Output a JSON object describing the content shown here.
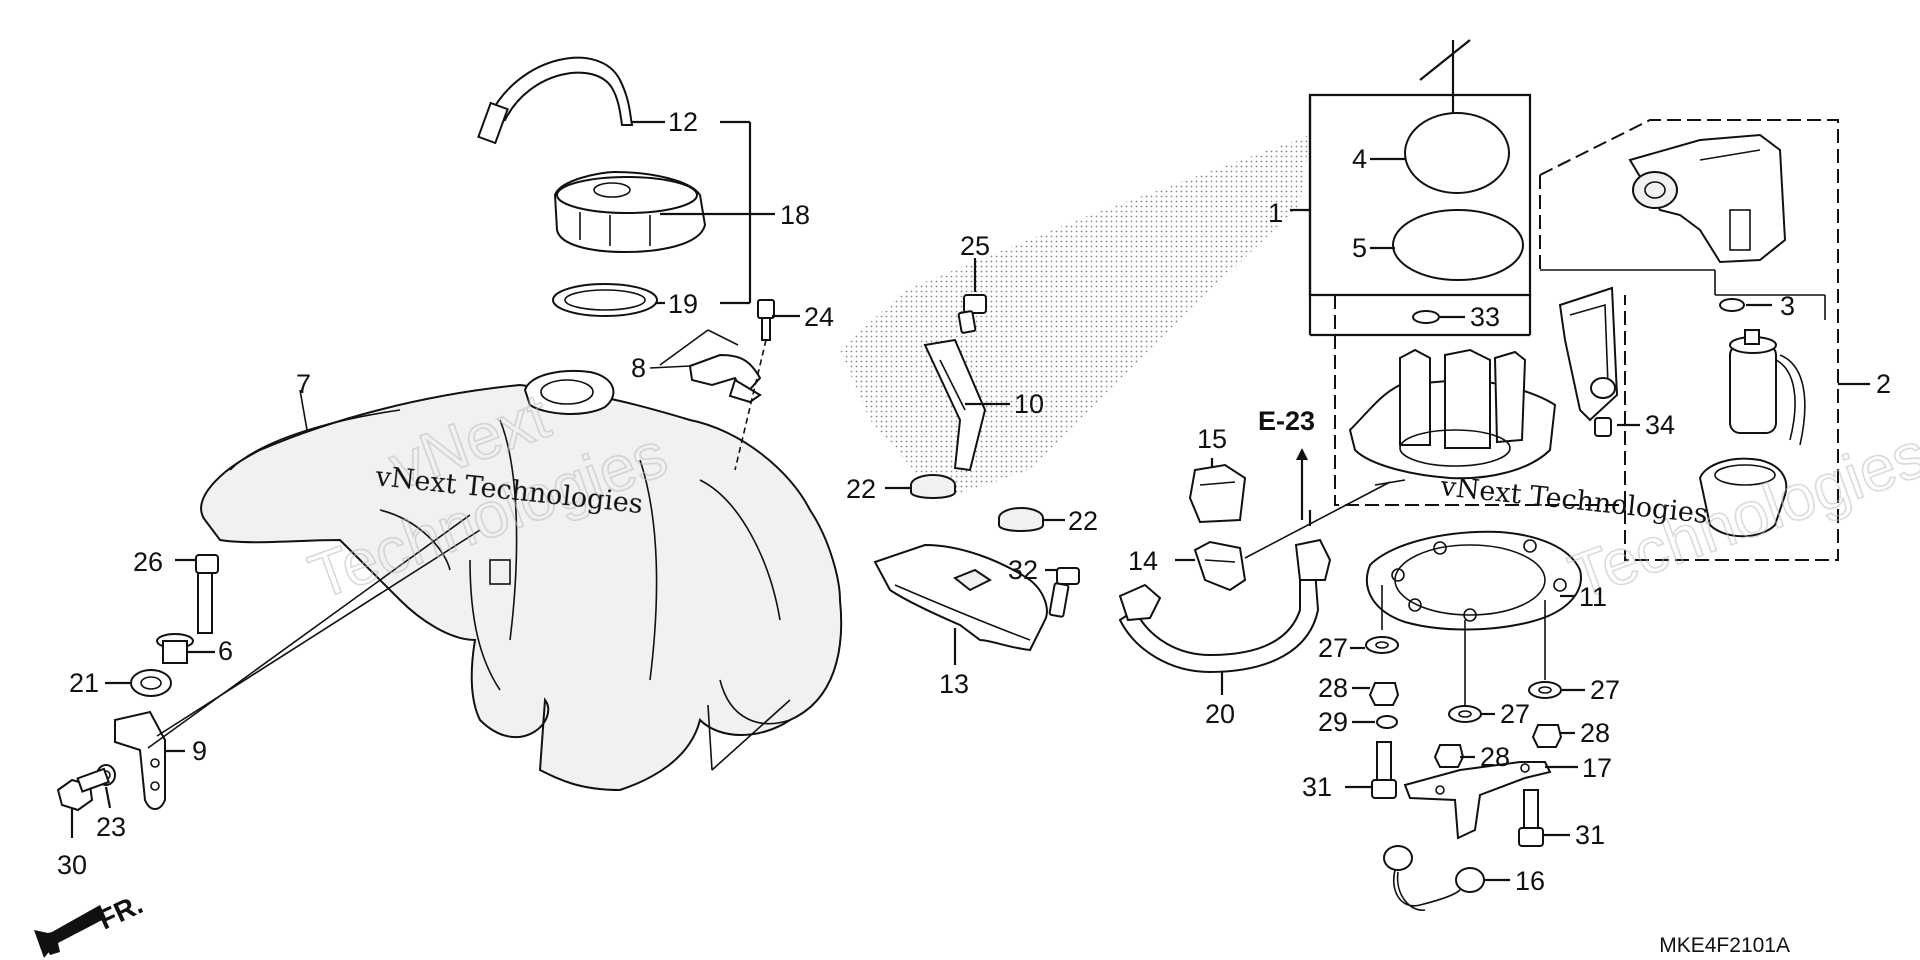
{
  "diagram": {
    "callouts": {
      "n1": "1",
      "n2": "2",
      "n3": "3",
      "n4": "4",
      "n5": "5",
      "n6": "6",
      "n7": "7",
      "n8": "8",
      "n9": "9",
      "n10": "10",
      "n11": "11",
      "n12": "12",
      "n13": "13",
      "n14": "14",
      "n15": "15",
      "n16": "16",
      "n17": "17",
      "n18": "18",
      "n19": "19",
      "n20": "20",
      "n21": "21",
      "n22a": "22",
      "n22b": "22",
      "n23": "23",
      "n24": "24",
      "n25": "25",
      "n26": "26",
      "n27a": "27",
      "n27b": "27",
      "n27c": "27",
      "n28a": "28",
      "n28b": "28",
      "n28c": "28",
      "n29": "29",
      "n30": "30",
      "n31a": "31",
      "n31b": "31",
      "n32": "32",
      "n33": "33",
      "n34": "34"
    },
    "reference_label": "E-23",
    "direction_label": "FR.",
    "diagram_code": "MKE4F2101A",
    "watermark": {
      "text_left": "vNext Technologies",
      "text_right": "vNext Technologies",
      "big_text_left": "Technologies",
      "big_text_right": "Technologies",
      "big_vnext": "vNext"
    }
  }
}
